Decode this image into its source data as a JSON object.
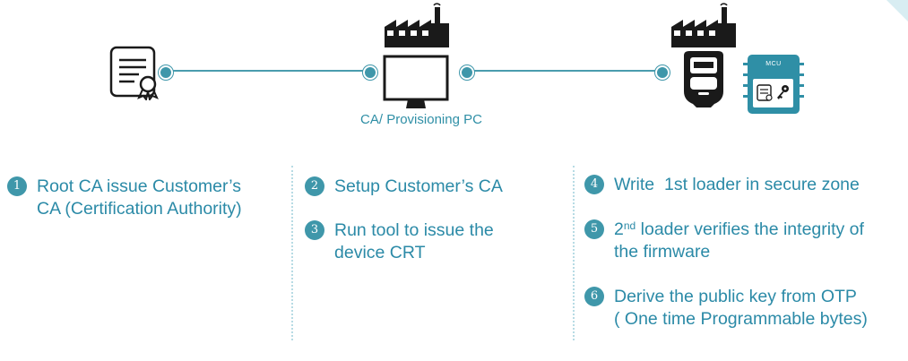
{
  "diagram": {
    "caption": "CA/ Provisioning PC",
    "mcu_label": "MCU",
    "icons": [
      "certificate-icon",
      "factory-icon",
      "monitor-icon",
      "factory-icon",
      "smart-meter-icon",
      "mcu-chip-icon",
      "certificate-icon",
      "key-icon"
    ],
    "colors": {
      "accent": "#3f97aa",
      "text": "#2b8aa7",
      "caption": "#2f8fa6",
      "chip": "#2f8fa6",
      "separator": "#b7dbe4"
    }
  },
  "steps": [
    {
      "number": "1",
      "line1": "Root CA issue Customer’s",
      "line2": "CA (Certification Authority)"
    },
    {
      "number": "2",
      "line1": "Setup Customer’s CA",
      "line2": ""
    },
    {
      "number": "3",
      "line1": "Run tool to issue the",
      "line2": "device CRT"
    },
    {
      "number": "4",
      "line1": "Write  1st loader in secure zone",
      "line2": ""
    },
    {
      "number": "5",
      "line1_prefix": "2",
      "line1_sup": "nd",
      "line1_rest": " loader verifies the integrity of",
      "line2": "the firmware"
    },
    {
      "number": "6",
      "line1": "Derive the public key from OTP",
      "line2": "( One time Programmable bytes)"
    }
  ]
}
